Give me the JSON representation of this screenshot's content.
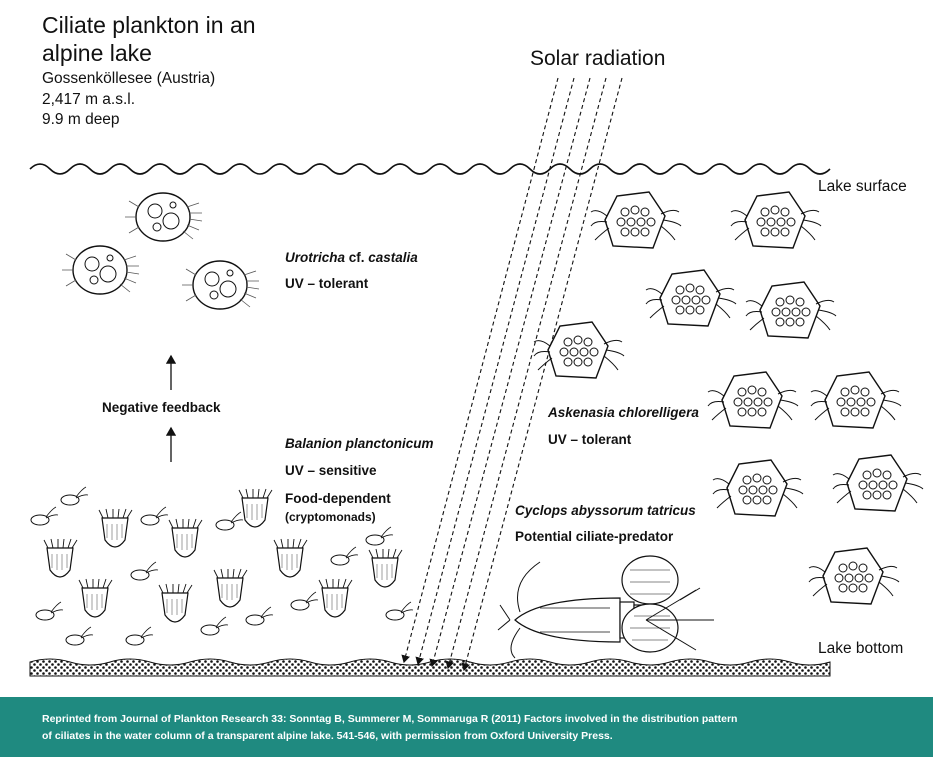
{
  "title": "Ciliate plankton in an alpine lake",
  "subtitle": [
    "Gossenköllesee (Austria)",
    "2,417 m a.s.l.",
    "9.9 m deep"
  ],
  "solar_label": "Solar radiation",
  "lake_surface_label": "Lake surface",
  "lake_bottom_label": "Lake bottom",
  "urotricha": {
    "genus": "Urotricha",
    "rest": " cf. ",
    "species": "castalia",
    "trait": "UV – tolerant"
  },
  "feedback_label": "Negative feedback",
  "balanion": {
    "name": "Balanion planctonicum",
    "trait1": "UV – sensitive",
    "trait2": "Food-dependent",
    "trait3": "(cryptomonads)"
  },
  "askenasia": {
    "name": "Askenasia chlorelligera",
    "trait": "UV – tolerant"
  },
  "cyclops": {
    "name": "Cyclops abyssorum tatricus",
    "trait": "Potential ciliate-predator"
  },
  "footer": {
    "line1": "Reprinted from Journal of Plankton Research 33: Sonntag B, Summerer M, Sommaruga R (2011) Factors involved in the distribution pattern",
    "line2": "of ciliates in the water column of a transparent alpine lake. 541-546, with permission from Oxford University Press."
  },
  "colors": {
    "footer_bg": "#1f8a80",
    "ink": "#111111"
  }
}
